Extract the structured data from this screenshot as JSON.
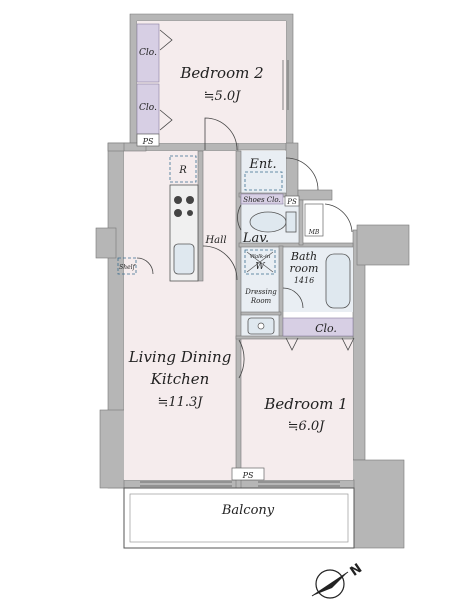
{
  "rooms": {
    "bedroom2": {
      "name": "Bedroom 2",
      "size": "≒5.0J"
    },
    "bedroom1": {
      "name": "Bedroom 1",
      "size": "≒6.0J"
    },
    "ldk": {
      "name_line1": "Living Dining",
      "name_line2": "Kitchen",
      "size": "≒11.3J"
    },
    "bath": {
      "name_line1": "Bath",
      "name_line2": "room",
      "code": "1416"
    },
    "balcony": "Balcony",
    "entrance": "Ent.",
    "hall": "Hall",
    "lavatory": "Lav.",
    "dressing_line1": "Dressing",
    "dressing_line2": "Room"
  },
  "labels": {
    "closet": "Clo.",
    "ps": "PS",
    "shoes_closet": "Shoes Clo.",
    "refrigerator": "R",
    "shelf": "Shelf",
    "mb": "MB",
    "walk_in_closet": "Walk-in",
    "washer": "W"
  },
  "compass": {
    "north": "N"
  },
  "colors": {
    "wall": "#b6b6b6",
    "room_floor": "#f5eced",
    "wet_area": "#e9eef3",
    "closet": "#d7cfe4"
  }
}
